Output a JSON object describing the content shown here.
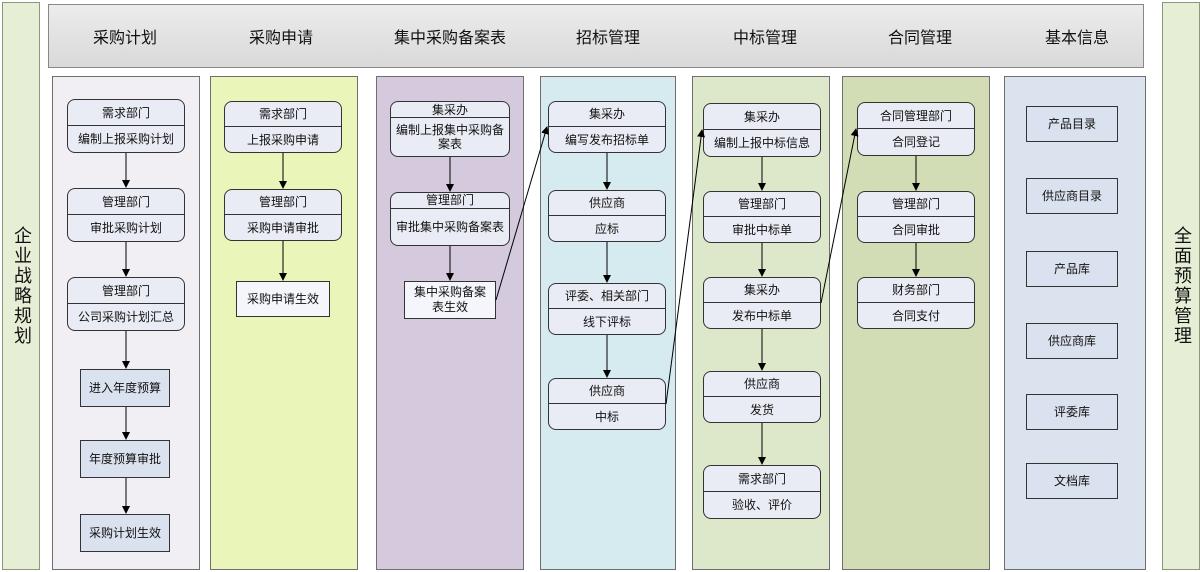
{
  "colors": {
    "side_panel": "#e6efd6",
    "header": "#d9d9d9",
    "box_fill": "#e9ecf4",
    "lanes": [
      "#f1eef4",
      "#eaf5b9",
      "#d5c9de",
      "#d6ebf0",
      "#dde8cb",
      "#d2dcb5",
      "#dbe3ee"
    ]
  },
  "side": {
    "left": "企业战略规划",
    "right": "全面预算管理"
  },
  "header": {
    "tabs": [
      "采购计划",
      "采购申请",
      "集中采购备案表",
      "招标管理",
      "中标管理",
      "合同管理",
      "基本信息"
    ]
  },
  "lanes": {
    "plan": {
      "b1": {
        "top": "需求部门",
        "bottom": "编制上报采购计划"
      },
      "b2": {
        "top": "管理部门",
        "bottom": "审批采购计划"
      },
      "b3": {
        "top": "管理部门",
        "bottom": "公司采购计划汇总"
      },
      "b4": "进入年度预算",
      "b5": "年度预算审批",
      "b6": "采购计划生效"
    },
    "apply": {
      "b1": {
        "top": "需求部门",
        "bottom": "上报采购申请"
      },
      "b2": {
        "top": "管理部门",
        "bottom": "采购申请审批"
      },
      "b3": "采购申请生效"
    },
    "record": {
      "b1": {
        "top": "集采办",
        "bottom": "编制上报集中采购备案表"
      },
      "b2": {
        "top": "管理部门",
        "bottom": "审批集中采购备案表"
      },
      "b3": "集中采购备案表生效"
    },
    "bidding": {
      "b1": {
        "top": "集采办",
        "bottom": "编写发布招标单"
      },
      "b2": {
        "top": "供应商",
        "bottom": "应标"
      },
      "b3": {
        "top": "评委、相关部门",
        "bottom": "线下评标"
      },
      "b4": {
        "top": "供应商",
        "bottom": "中标"
      }
    },
    "award": {
      "b1": {
        "top": "集采办",
        "bottom": "编制上报中标信息"
      },
      "b2": {
        "top": "管理部门",
        "bottom": "审批中标单"
      },
      "b3": {
        "top": "集采办",
        "bottom": "发布中标单"
      },
      "b4": {
        "top": "供应商",
        "bottom": "发货"
      },
      "b5": {
        "top": "需求部门",
        "bottom": "验收、评价"
      }
    },
    "contract": {
      "b1": {
        "top": "合同管理部门",
        "bottom": "合同登记"
      },
      "b2": {
        "top": "管理部门",
        "bottom": "合同审批"
      },
      "b3": {
        "top": "财务部门",
        "bottom": "合同支付"
      }
    },
    "info": {
      "items": [
        "产品目录",
        "供应商目录",
        "产品库",
        "供应商库",
        "评委库",
        "文档库"
      ]
    }
  }
}
